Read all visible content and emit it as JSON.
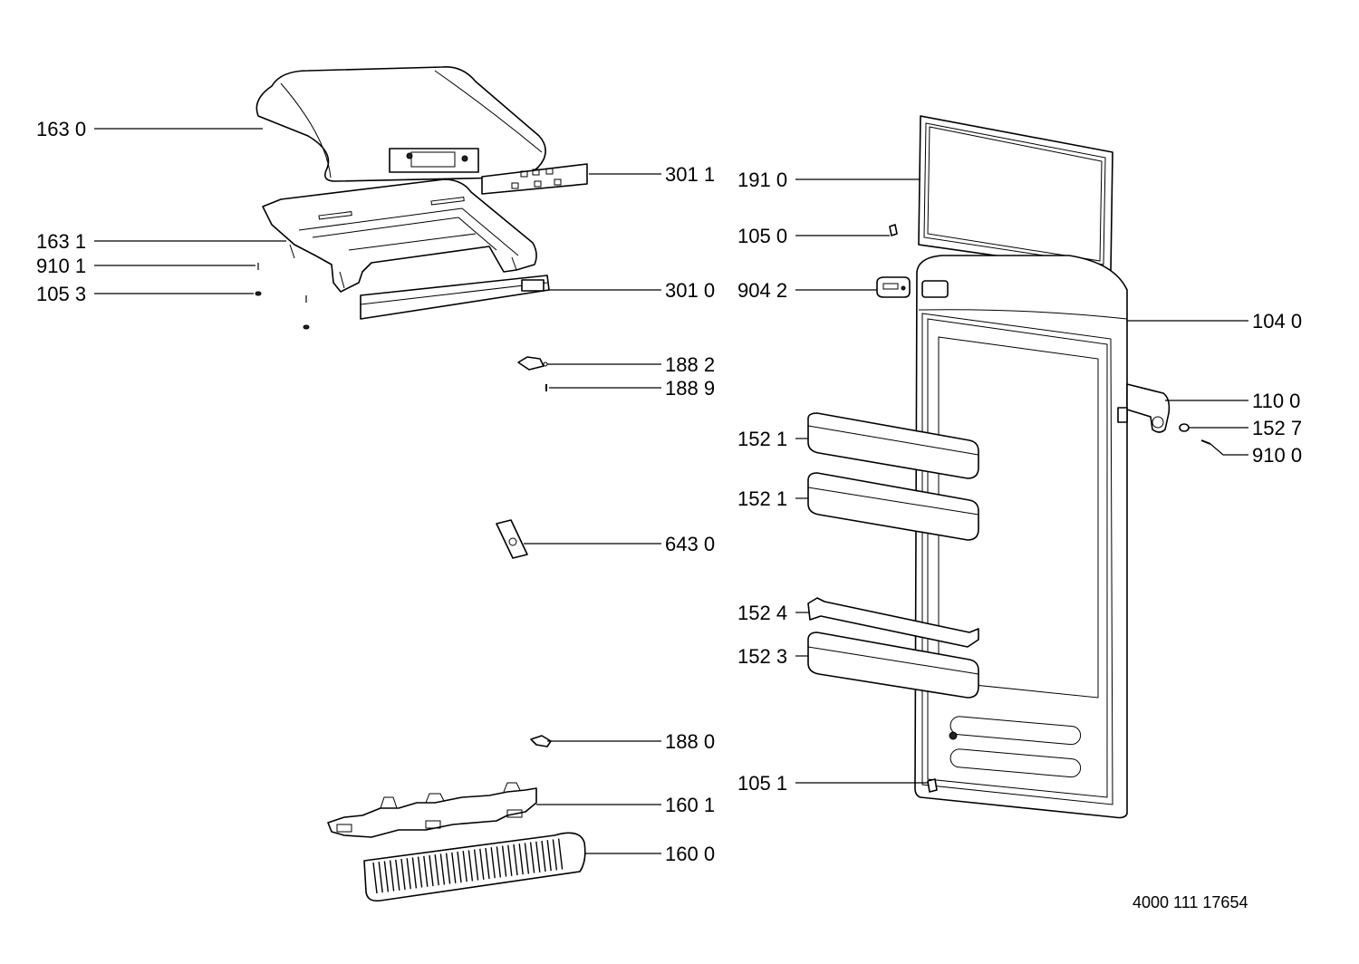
{
  "labels": {
    "l163_0": "163 0",
    "l163_1": "163 1",
    "l910_1": "910 1",
    "l105_3": "105 3",
    "l301_1": "301 1",
    "l301_0": "301 0",
    "l188_2": "188 2",
    "l188_9": "188 9",
    "l643_0": "643 0",
    "l188_0": "188 0",
    "l160_1": "160 1",
    "l160_0": "160 0",
    "l191_0": "191 0",
    "l105_0": "105 0",
    "l904_2": "904 2",
    "l104_0": "104 0",
    "l110_0": "110 0",
    "l152_7": "152 7",
    "l910_0": "910 0",
    "l152_1a": "152 1",
    "l152_1b": "152 1",
    "l152_4": "152 4",
    "l152_3": "152 3",
    "l105_1": "105 1"
  },
  "document_number": "4000 111 17654"
}
